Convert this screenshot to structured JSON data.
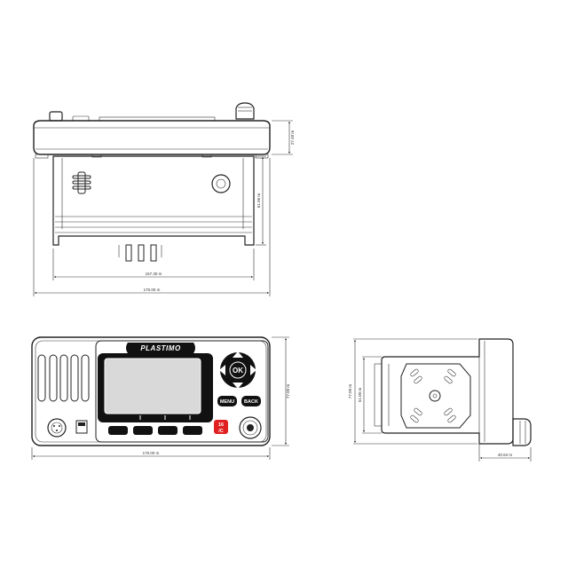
{
  "top_view": {
    "dim_width_total": "170.00 m",
    "dim_width_body": "157.30 m",
    "dim_height_top": "27.48 m",
    "dim_height_body": "61.96 m"
  },
  "front_view": {
    "brand": "PLASTIMO",
    "ok_label": "OK",
    "menu_label": "MENU",
    "back_label": "BACK",
    "channel_label": "16\n/C",
    "dim_width": "170.00 m",
    "dim_height": "77.00 m"
  },
  "side_view": {
    "dim_height_outer": "77.00 m",
    "dim_height_inner": "51.00 m",
    "dim_depth": "40.53 m"
  },
  "colors": {
    "line": "#222222",
    "screen": "#d9d9d9",
    "button_fill": "#1a1a1a",
    "channel_button": "#e02020"
  }
}
